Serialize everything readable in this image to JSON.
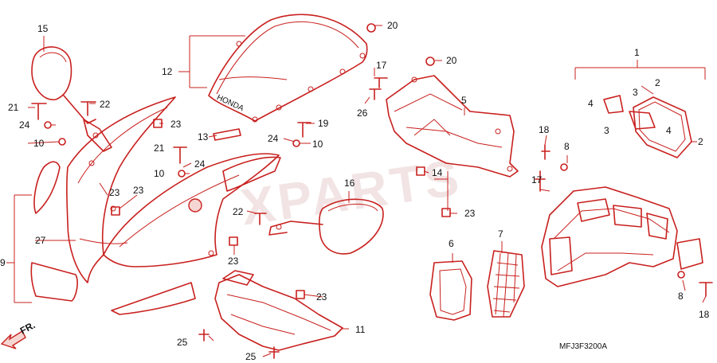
{
  "diagram": {
    "code": "MFJ3F3200A",
    "front_label": "FR.",
    "watermark": "XPARTS",
    "callouts": {
      "c1": "1",
      "c2a": "2",
      "c2b": "2",
      "c3a": "3",
      "c3b": "3",
      "c4a": "4",
      "c4b": "4",
      "c5": "5",
      "c6": "6",
      "c7": "7",
      "c8a": "8",
      "c8b": "8",
      "c9": "9",
      "c10a": "10",
      "c10b": "10",
      "c10c": "10",
      "c11": "11",
      "c12": "12",
      "c13": "13",
      "c14": "14",
      "c15": "15",
      "c16": "16",
      "c17a": "17",
      "c17b": "17",
      "c18a": "18",
      "c18b": "18",
      "c19": "19",
      "c20a": "20",
      "c20b": "20",
      "c21a": "21",
      "c21b": "21",
      "c22a": "22",
      "c22b": "22",
      "c23a": "23",
      "c23b": "23",
      "c23c": "23",
      "c23d": "23",
      "c23e": "23",
      "c23f": "23",
      "c24a": "24",
      "c24b": "24",
      "c24c": "24",
      "c25a": "25",
      "c25b": "25",
      "c26": "26",
      "c27": "27"
    },
    "colors": {
      "line": "#c8201e",
      "text": "#111111",
      "watermark": "#f2e4e4"
    }
  }
}
